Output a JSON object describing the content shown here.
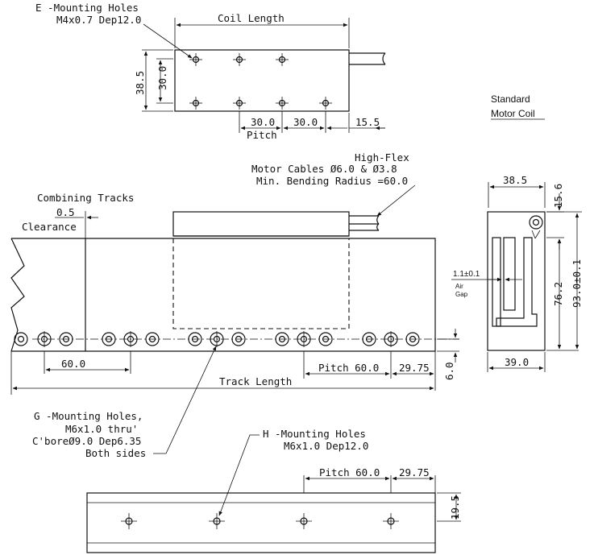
{
  "top_view": {
    "e_holes_1": "E -Mounting Holes",
    "e_holes_2": "M4x0.7 Dep12.0",
    "coil_length": "Coil Length",
    "dim_38_5": "38.5",
    "dim_30_0_v": "30.0",
    "dim_pitch_1": "30.0",
    "dim_pitch_2": "30.0",
    "dim_15_5": "15.5",
    "pitch": "Pitch"
  },
  "standard_label": {
    "line1": "Standard",
    "line2": "Motor Coil"
  },
  "main_view": {
    "cables_1": "High-Flex",
    "cables_2": "Motor Cables Ø6.0 & Ø3.8",
    "cables_3": "Min. Bending Radius =60.0",
    "combining_tracks": "Combining Tracks",
    "dim_0_5": "0.5",
    "clearance": "Clearance",
    "dim_60_0": "60.0",
    "pitch_60": "Pitch 60.0",
    "dim_29_75": "29.75",
    "dim_6_0": "6.0",
    "track_length": "Track Length",
    "g_holes_1": "G -Mounting Holes,",
    "g_holes_2": "M6x1.0 thru'",
    "g_holes_3": "C'boreØ9.0 Dep6.35",
    "g_holes_4": "Both sides"
  },
  "side_view": {
    "dim_38_5": "38.5",
    "dim_15_6": "15.6",
    "air_gap_value": "1.1±0.1",
    "air_label_1": "Air",
    "air_label_2": "Gap",
    "dim_76_2": "76.2",
    "dim_93_0": "93.0±0.1",
    "dim_39_0": "39.0"
  },
  "bottom_view": {
    "h_holes_1": "H -Mounting Holes",
    "h_holes_2": "M6x1.0 Dep12.0",
    "pitch_60": "Pitch 60.0",
    "dim_29_75": "29.75",
    "dim_19_5": "19.5"
  }
}
